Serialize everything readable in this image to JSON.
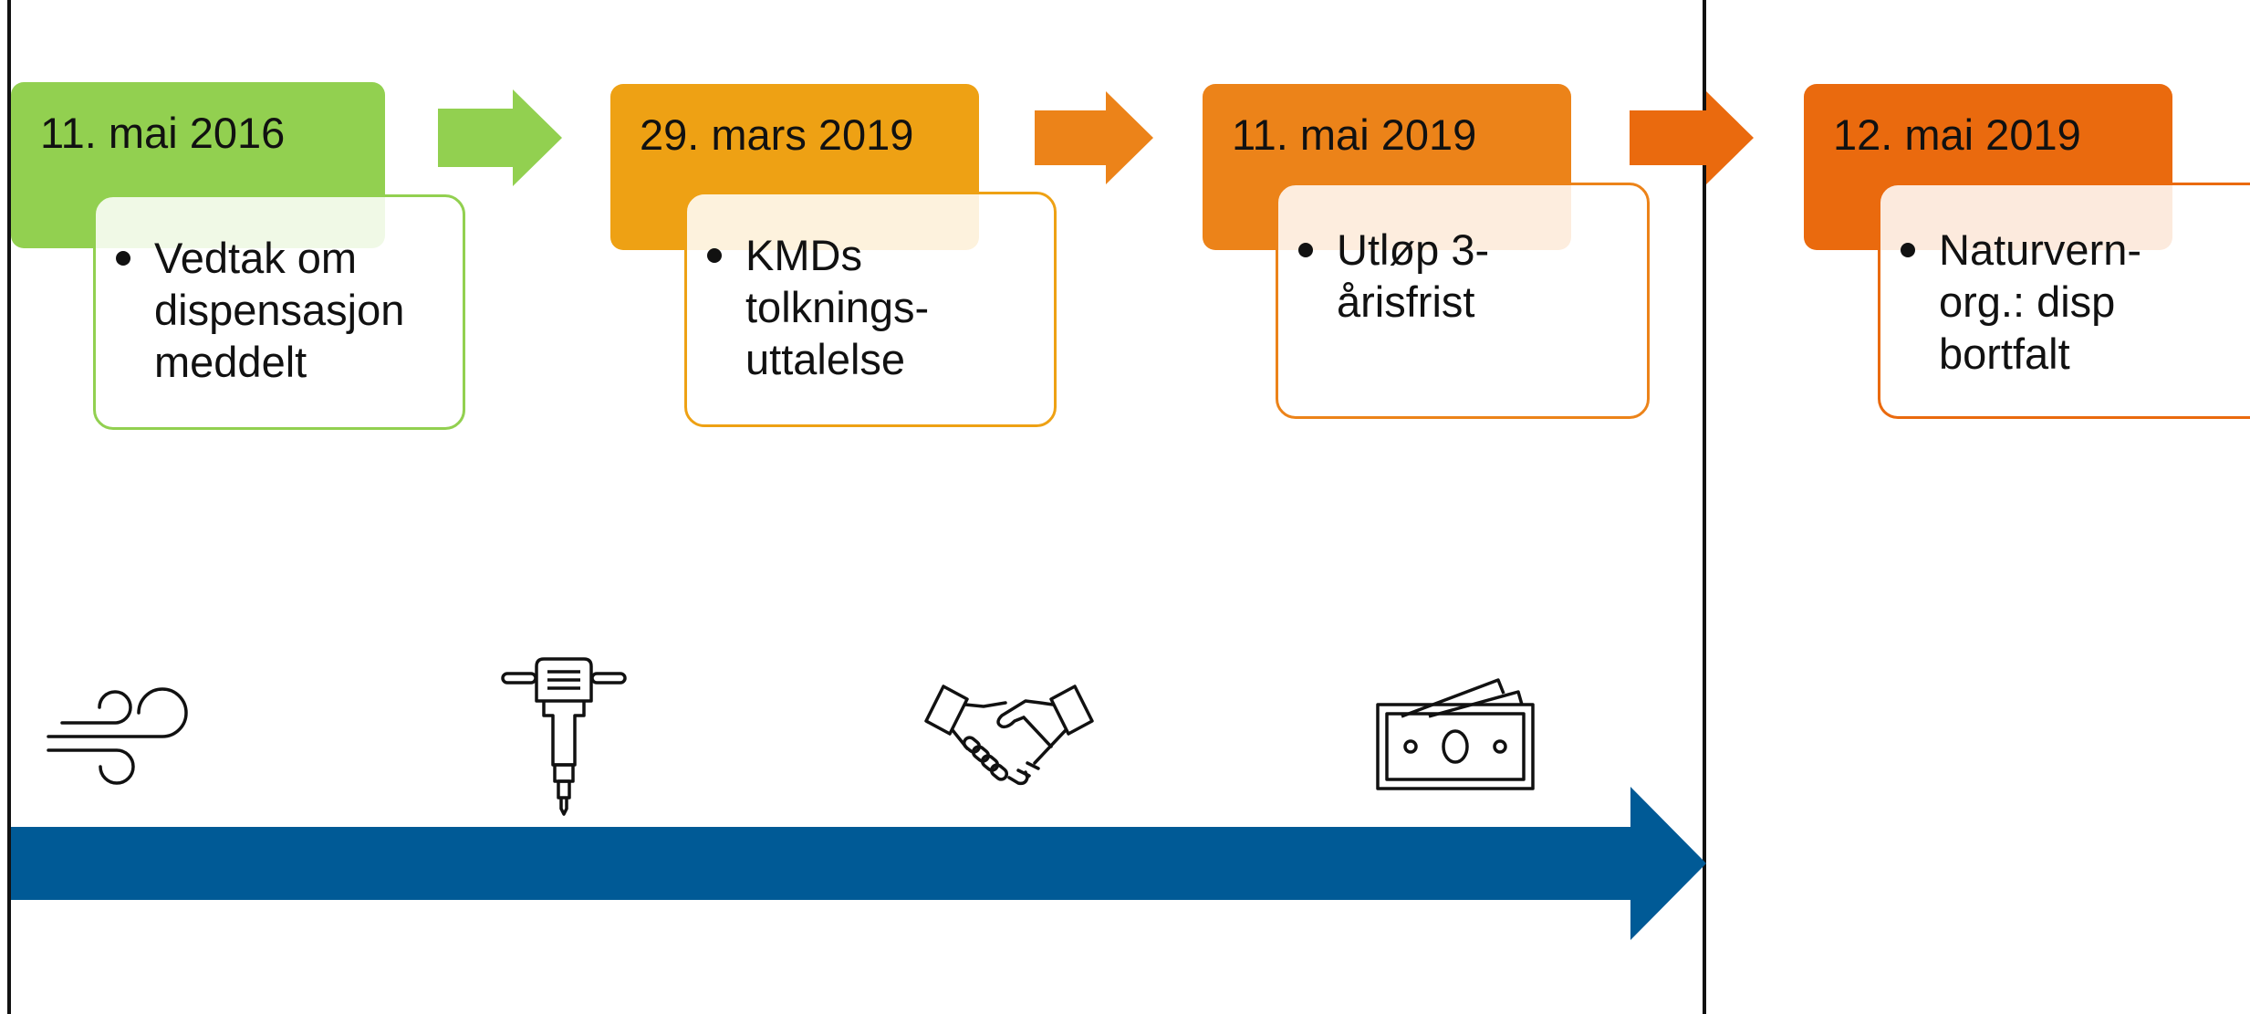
{
  "colors": {
    "green": "#92d050",
    "orange1": "#eea114",
    "orange2": "#ec8319",
    "orange3": "#ea6a0e",
    "blue": "#005a96",
    "line": "#111111"
  },
  "milestones": [
    {
      "date": "11. mai 2016",
      "lines": [
        "Vedtak om",
        "dispensasjon",
        "meddelt"
      ]
    },
    {
      "date": "29. mars 2019",
      "lines": [
        "KMDs",
        "tolknings-",
        "uttalelse"
      ]
    },
    {
      "date": "11. mai 2019",
      "lines": [
        "Utløp 3-",
        "årisfrist"
      ]
    },
    {
      "date": "12. mai 2019",
      "lines": [
        "Naturvern-",
        "org.: disp",
        "bortfalt"
      ]
    }
  ],
  "icons": [
    "wind-icon",
    "jackhammer-icon",
    "handshake-icon",
    "money-icon"
  ]
}
